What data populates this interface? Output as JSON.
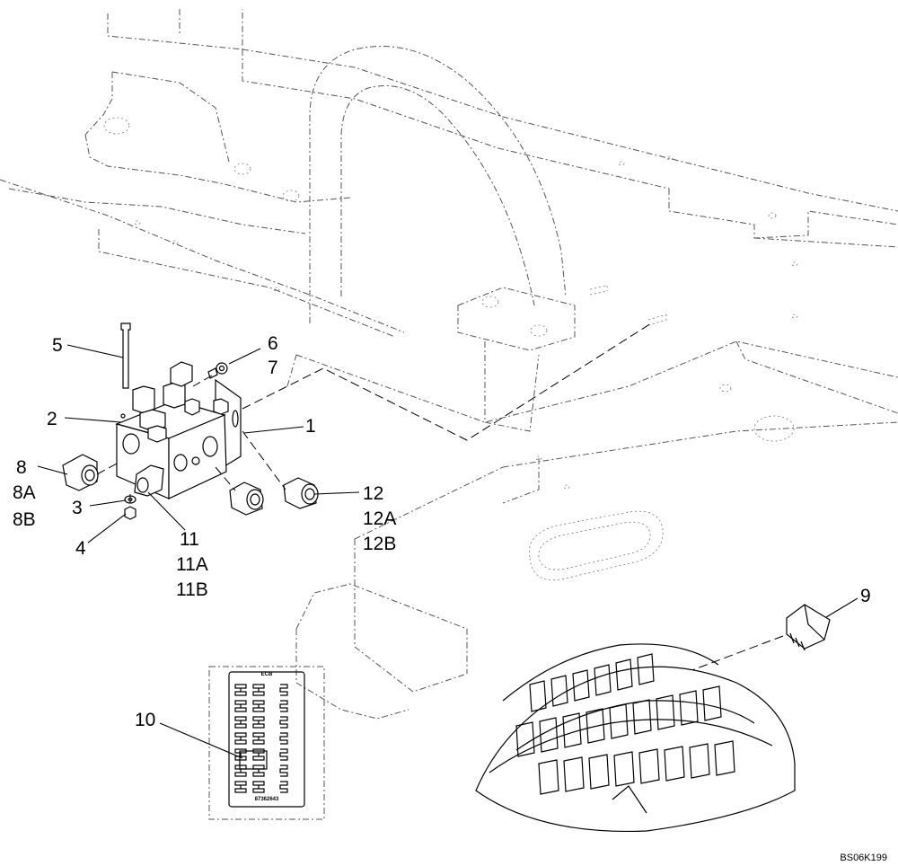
{
  "callouts": {
    "c1": "1",
    "c2": "2",
    "c3": "3",
    "c4": "4",
    "c5": "5",
    "c6": "6",
    "c7": "7",
    "c8": "8",
    "c8a": "8A",
    "c8b": "8B",
    "c9": "9",
    "c10": "10",
    "c11": "11",
    "c11a": "11A",
    "c11b": "11B",
    "c12": "12",
    "c12a": "12A",
    "c12b": "12B"
  },
  "fuse_panel": {
    "header": "ECB",
    "part_number": "87362643"
  },
  "drawing_reference": "BS06K199",
  "colors": {
    "line": "#000000",
    "phantom": "#555555",
    "background": "#ffffff"
  }
}
